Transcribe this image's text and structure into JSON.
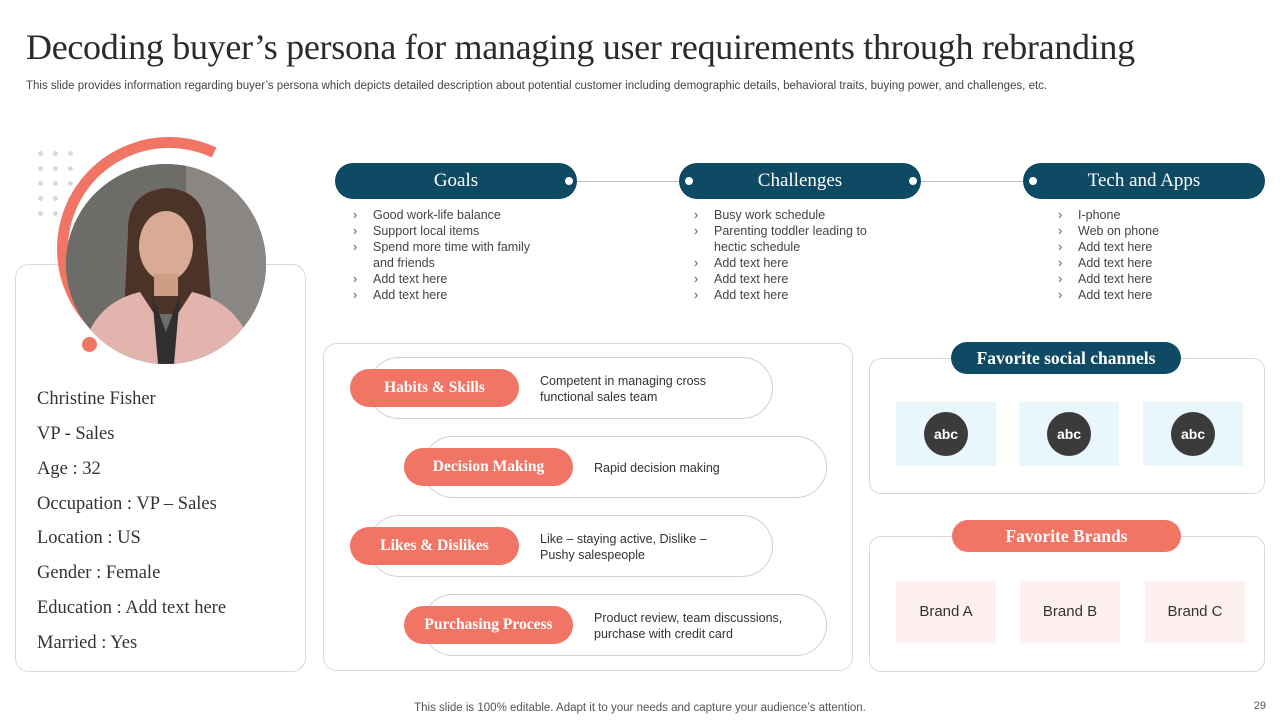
{
  "title": "Decoding buyer’s persona for managing user requirements through rebranding",
  "subtitle": "This slide provides information regarding buyer’s persona which depicts detailed description about potential customer including demographic details, behavioral traits, buying power, and challenges, etc.",
  "profile": {
    "fields": [
      "Christine Fisher",
      "VP - Sales",
      "Age : 32",
      "Occupation : VP – Sales",
      "Location : US",
      "Gender : Female",
      "Education : Add text here",
      "Married : Yes"
    ]
  },
  "sections": [
    {
      "title": "Goals",
      "items": [
        "Good work-life balance",
        "Support local items",
        "Spend more time with family and friends",
        "Add text here",
        "Add text here"
      ]
    },
    {
      "title": "Challenges",
      "items": [
        "Busy work schedule",
        "Parenting toddler leading to hectic schedule",
        "Add text here",
        "Add text here",
        "Add text here"
      ]
    },
    {
      "title": "Tech and Apps",
      "items": [
        "I-phone",
        "Web on phone",
        "Add text here",
        "Add text here",
        "Add text here",
        "Add text here"
      ]
    }
  ],
  "traits": [
    {
      "label": "Habits & Skills",
      "text": "Competent in managing cross functional sales team"
    },
    {
      "label": "Decision Making",
      "text": "Rapid decision making"
    },
    {
      "label": "Likes & Dislikes",
      "text": "Like – staying active, Dislike – Pushy salespeople"
    },
    {
      "label": "Purchasing Process",
      "text": "Product review,  team discussions, purchase with credit card"
    }
  ],
  "social": {
    "title": "Favorite social channels",
    "channels": [
      "abc",
      "abc",
      "abc"
    ]
  },
  "brands": {
    "title": "Favorite Brands",
    "items": [
      "Brand A",
      "Brand B",
      "Brand C"
    ]
  },
  "footer": "This slide is 100% editable. Adapt it to your needs and capture your audience’s attention.",
  "page_number": "29",
  "colors": {
    "navy": "#0e4a63",
    "coral": "#f07565",
    "social_bg": "#e9f6fc",
    "brand_bg": "#fdf0ee"
  }
}
